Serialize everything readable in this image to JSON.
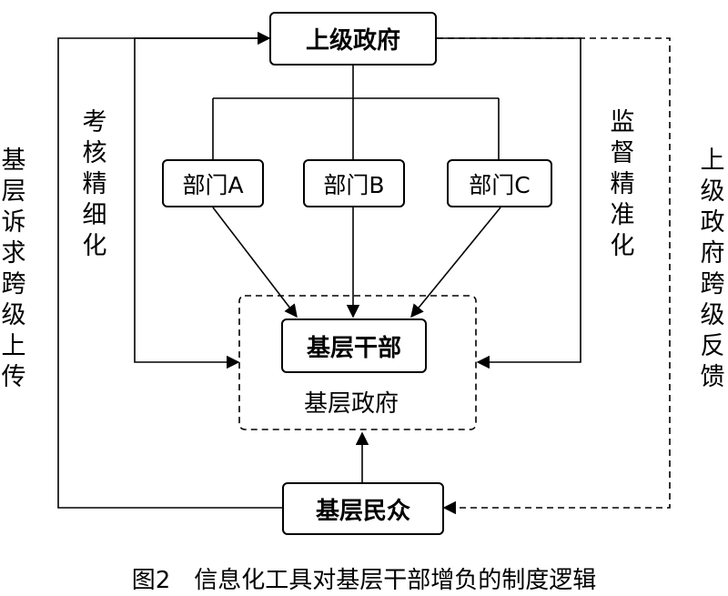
{
  "nodes": {
    "superior_gov": "上级政府",
    "dept_a": "部门A",
    "dept_b": "部门B",
    "dept_c": "部门C",
    "grassroots_cadre": "基层干部",
    "grassroots_gov": "基层政府",
    "grassroots_public": "基层民众"
  },
  "side_labels": {
    "left_outer": "基层诉求跨级上传",
    "left_inner": "考核精细化",
    "right_inner": "监督精准化",
    "right_outer": "上级政府跨级反馈"
  },
  "caption": "图2　信息化工具对基层干部增负的制度逻辑"
}
